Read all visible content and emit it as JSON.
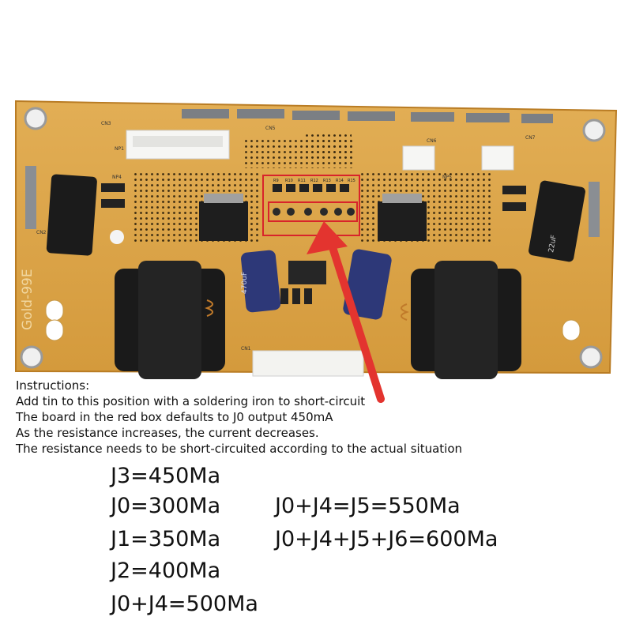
{
  "board": {
    "model_label": "Gold-99E",
    "connector_labels": [
      "CN3",
      "CN5",
      "CN2",
      "CN6",
      "CN7",
      "NP1",
      "NP4",
      "NP5",
      "CN1"
    ],
    "resistor_labels": [
      "R9",
      "R10",
      "R11",
      "R12",
      "R13",
      "R14",
      "R15"
    ],
    "capacitor_text": [
      "470uF",
      "22uF"
    ],
    "colors": {
      "pcb": "#dca64a",
      "pcb_edge": "#c88a2e",
      "highlight_box": "#d8242b",
      "arrow": "#e3342f"
    }
  },
  "instructions": {
    "heading": "Instructions:",
    "lines": [
      "Add tin to this position with a soldering iron to short-circuit",
      "The board in the red box defaults to J0 output 450mA",
      "As the resistance increases, the current decreases.",
      "The resistance needs to be short-circuited according to the actual situation"
    ]
  },
  "currents": {
    "left": [
      "J3=450Ma",
      "J0=300Ma",
      "J1=350Ma",
      "J2=400Ma",
      "J0+J4=500Ma"
    ],
    "right": [
      "J0+J4=J5=550Ma",
      "J0+J4+J5+J6=600Ma"
    ]
  }
}
